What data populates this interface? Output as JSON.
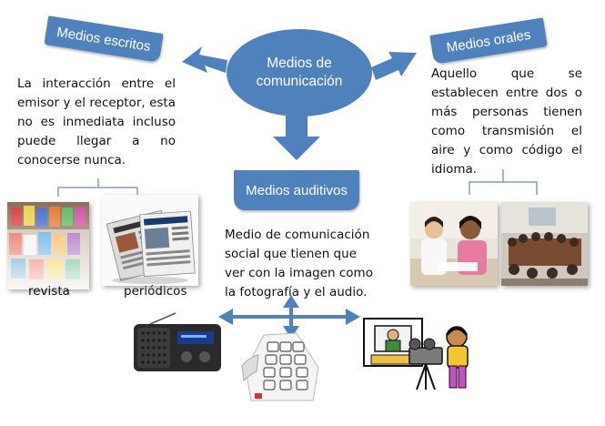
{
  "center": {
    "line1": "Medios de",
    "line2": "comunicación"
  },
  "escritos": {
    "title": "Medios escritos",
    "desc": "La interacción entre el emisor y el receptor, esta no es inmediata incluso puede llegar a no conocerse nunca.",
    "label_revista": "revista",
    "label_periodicos": "periódicos"
  },
  "orales": {
    "title": "Medios orales",
    "desc": "Aquello que se establecen entre dos o más personas tienen como transmisión el aire y como código el idioma."
  },
  "auditivos": {
    "title": "Medios auditivos",
    "desc_lines": [
      "Medio de comunicación",
      "social que tienen que",
      "ver con la imagen como",
      "la fotografía y el audio."
    ]
  },
  "images": {
    "magazine": "magazine-rack-photo",
    "newspapers": "newspapers-photo",
    "meeting": "meeting-photo",
    "conference": "conference-room-photo",
    "radio": "radio-icon",
    "telephone": "telephone-icon",
    "filming": "film-camera-clipart"
  },
  "colors": {
    "shape": "#4f81bd",
    "bracket": "#7f9fc8",
    "text": "#111111"
  }
}
